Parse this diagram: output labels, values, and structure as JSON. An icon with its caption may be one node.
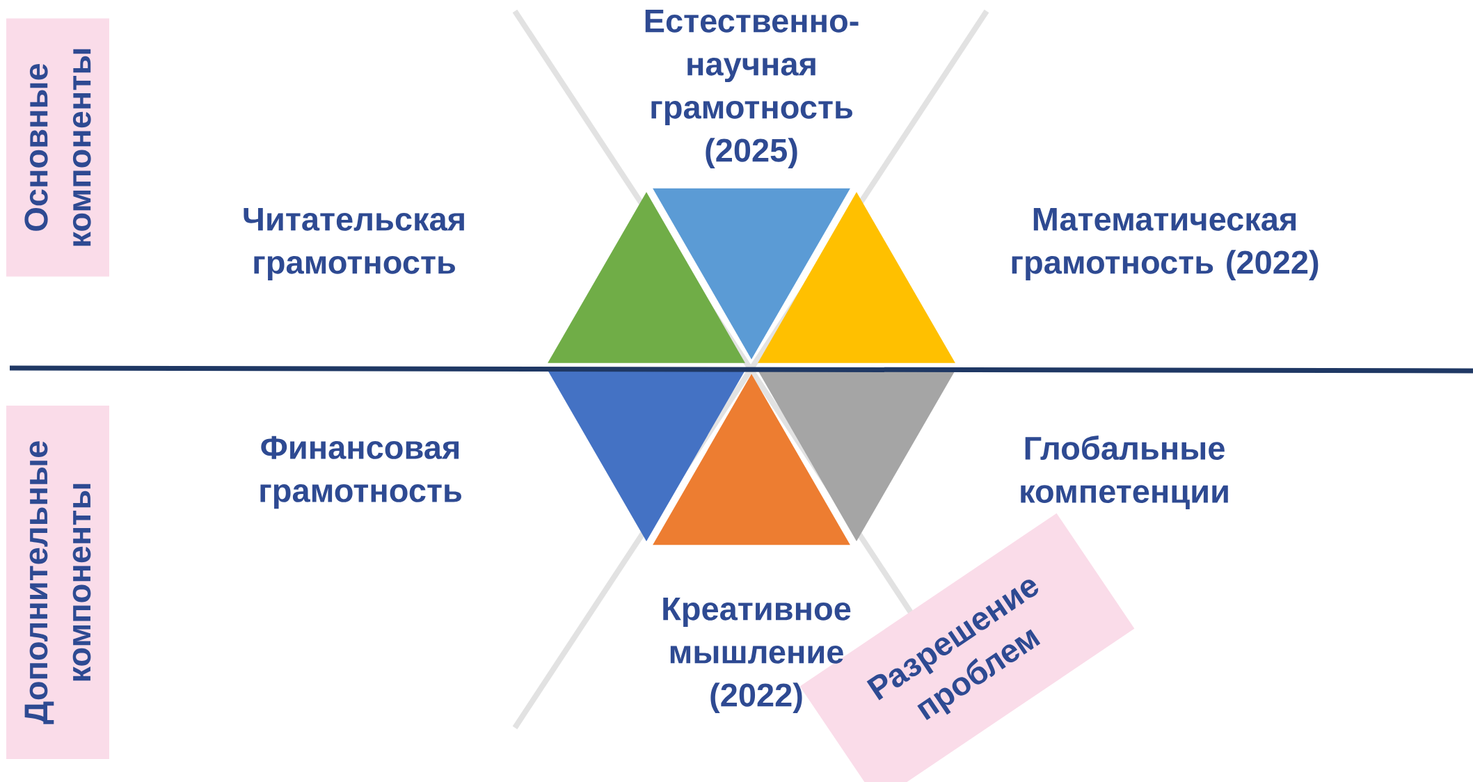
{
  "diagram": {
    "nodes": [
      {
        "text": [
          "Основные компоненты"
        ]
      },
      {
        "text": [
          "Дополнительные компоненты"
        ]
      },
      {
        "text": [
          "Разрешение проблем"
        ]
      }
    ],
    "labels": [
      "Естественно-научная грамотность (2025)",
      "Читательская грамотность",
      "Математическая грамотность (2022)",
      "Финансовая грамотность",
      "Глобальные компетенции",
      "Креативное мышление (2022)"
    ]
  }
}
